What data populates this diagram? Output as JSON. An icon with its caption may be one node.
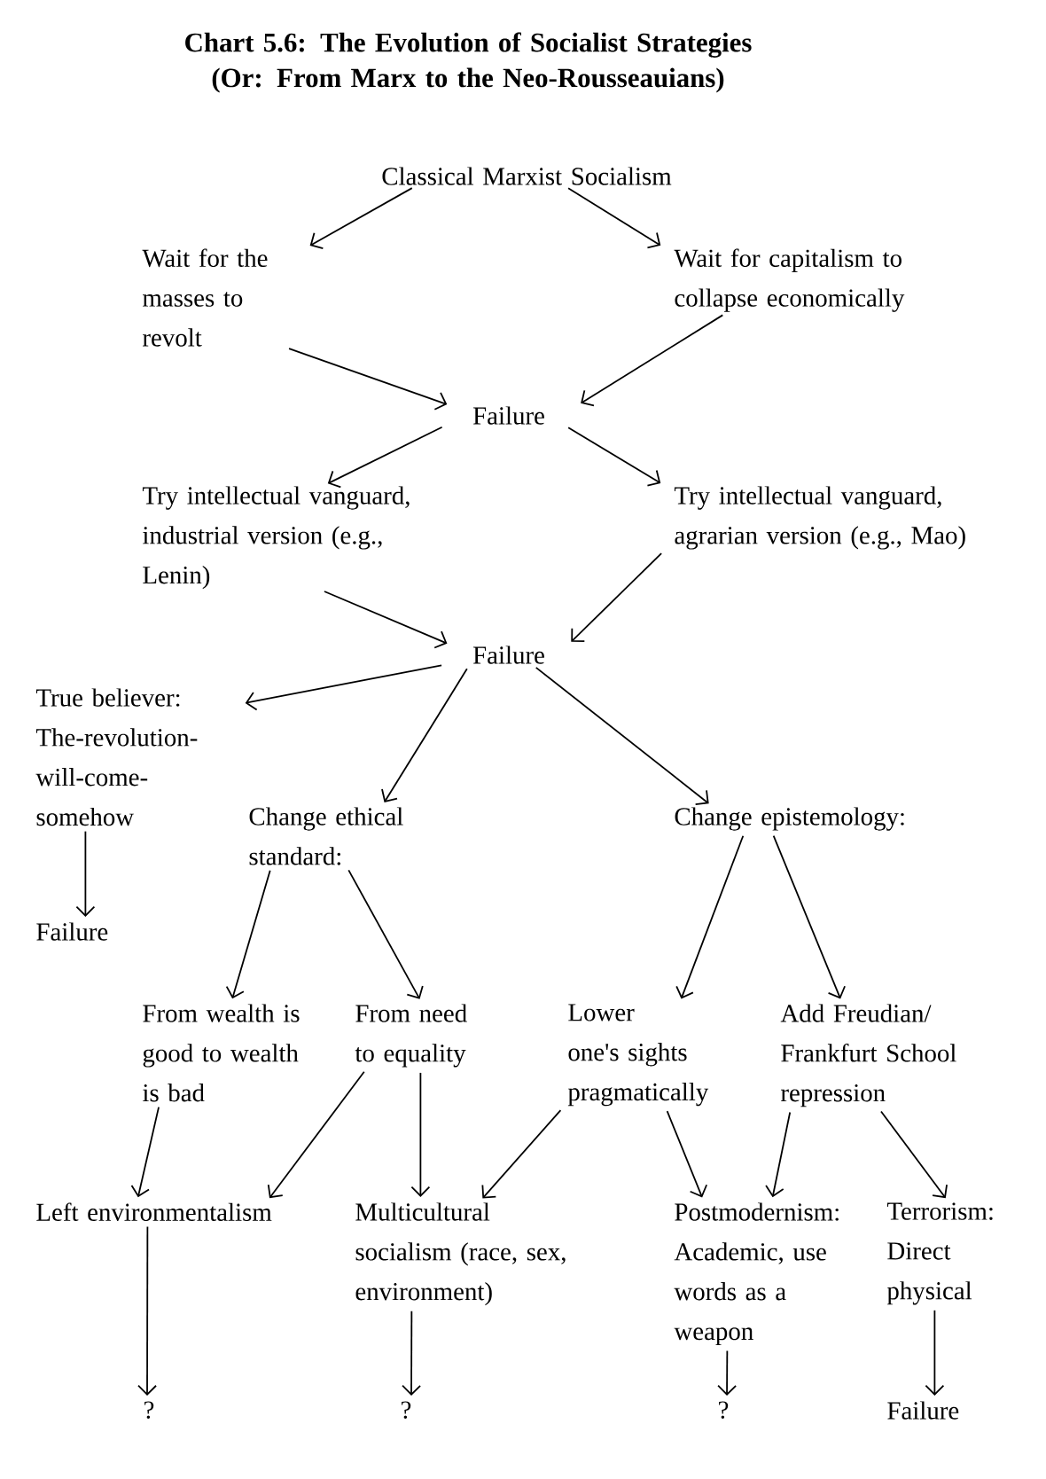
{
  "diagram": {
    "title": "Chart 5.6: The Evolution of Socialist Strategies (Or: From Marx to the Neo-Rousseauians)",
    "nodes": [
      {
        "text": [
          "Classical Marxist Socialism"
        ]
      },
      {
        "text": [
          "Wait for the masses to revolt"
        ]
      },
      {
        "text": [
          "Wait for capitalism to collapse economically"
        ]
      },
      {
        "text": [
          "Failure"
        ]
      },
      {
        "text": [
          "Try intellectual vanguard, industrial version (e.g., Lenin)"
        ]
      },
      {
        "text": [
          "Try intellectual vanguard, agrarian version (e.g., Mao)"
        ]
      },
      {
        "text": [
          "Failure"
        ]
      },
      {
        "text": [
          "True believer: The-revolution-will-come-somehow"
        ]
      },
      {
        "text": [
          "Change ethical standard:"
        ]
      },
      {
        "text": [
          "Change epistemology:"
        ]
      },
      {
        "text": [
          "Failure"
        ]
      },
      {
        "text": [
          "From wealth is good to wealth is bad"
        ]
      },
      {
        "text": [
          "From need to equality"
        ]
      },
      {
        "text": [
          "Lower one's sights pragmatically"
        ]
      },
      {
        "text": [
          "Add Freudian/ Frankfurt School repression"
        ]
      },
      {
        "text": [
          "Left environmentalism"
        ]
      },
      {
        "text": [
          "Multicultural socialism (race, sex, environment)"
        ]
      },
      {
        "text": [
          "Postmodernism: Academic, use words as a weapon"
        ]
      },
      {
        "text": [
          "Terrorism: Direct physical"
        ]
      },
      {
        "text": [
          "?"
        ]
      },
      {
        "text": [
          "?"
        ]
      },
      {
        "text": [
          "?"
        ]
      },
      {
        "text": [
          "Failure"
        ]
      }
    ],
    "edges": [
      {
        "from": 0,
        "to": 1,
        "arrow": "to"
      },
      {
        "from": 0,
        "to": 2,
        "arrow": "to"
      },
      {
        "from": 1,
        "to": 3,
        "arrow": "to"
      },
      {
        "from": 2,
        "to": 3,
        "arrow": "to"
      },
      {
        "from": 3,
        "to": 4,
        "arrow": "to"
      },
      {
        "from": 3,
        "to": 5,
        "arrow": "to"
      },
      {
        "from": 4,
        "to": 6,
        "arrow": "to"
      },
      {
        "from": 5,
        "to": 6,
        "arrow": "to"
      },
      {
        "from": 6,
        "to": 7,
        "arrow": "to"
      },
      {
        "from": 6,
        "to": 8,
        "arrow": "to"
      },
      {
        "from": 6,
        "to": 9,
        "arrow": "to"
      },
      {
        "from": 7,
        "to": 10,
        "arrow": "to"
      },
      {
        "from": 8,
        "to": 11,
        "arrow": "to"
      },
      {
        "from": 8,
        "to": 12,
        "arrow": "to"
      },
      {
        "from": 9,
        "to": 13,
        "arrow": "to"
      },
      {
        "from": 9,
        "to": 14,
        "arrow": "to"
      },
      {
        "from": 11,
        "to": 15,
        "arrow": "to"
      },
      {
        "from": 12,
        "to": 15,
        "arrow": "to"
      },
      {
        "from": 12,
        "to": 16,
        "arrow": "to"
      },
      {
        "from": 13,
        "to": 16,
        "arrow": "to"
      },
      {
        "from": 13,
        "to": 17,
        "arrow": "to"
      },
      {
        "from": 14,
        "to": 17,
        "arrow": "to"
      },
      {
        "from": 14,
        "to": 18,
        "arrow": "to"
      },
      {
        "from": 15,
        "to": 19,
        "arrow": "to"
      },
      {
        "from": 16,
        "to": 20,
        "arrow": "to"
      },
      {
        "from": 17,
        "to": 21,
        "arrow": "to"
      },
      {
        "from": 18,
        "to": 22,
        "arrow": "to"
      }
    ]
  }
}
